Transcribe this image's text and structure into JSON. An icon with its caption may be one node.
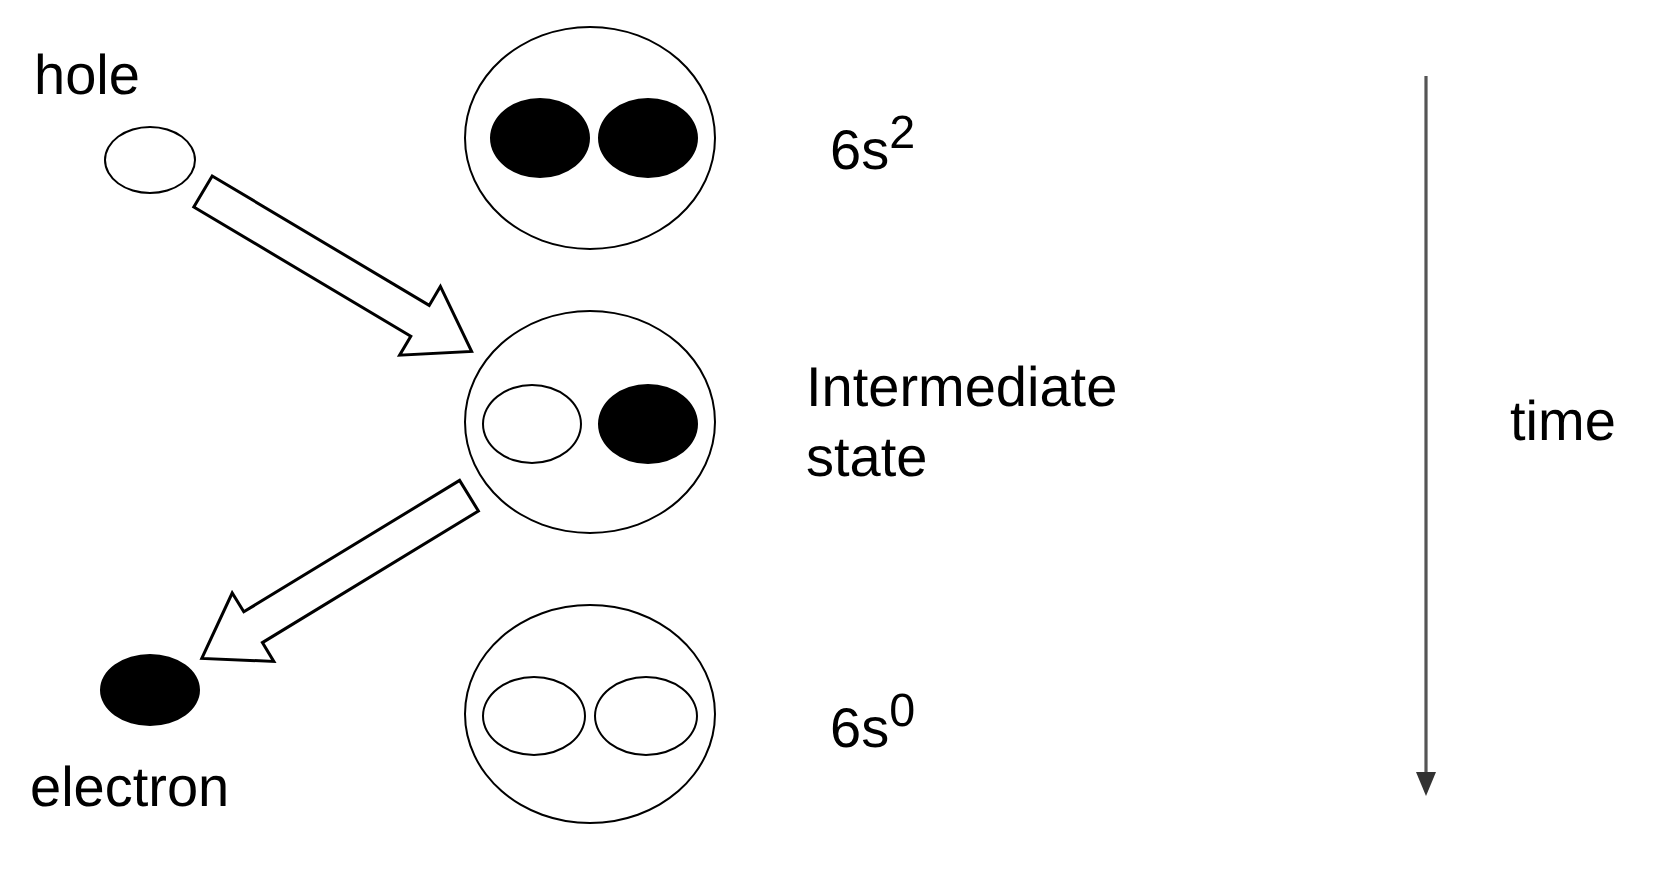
{
  "diagram": {
    "nodes": [
      {
        "text": [
          "hole"
        ]
      },
      {
        "text": [],
        "shape": "circle",
        "beside": [
          "6s$^{2}$"
        ]
      },
      {
        "text": [],
        "shape": "circle",
        "in": 1
      },
      {
        "text": [],
        "shape": "circle",
        "in": 1
      },
      {
        "text": [],
        "shape": "circle",
        "beside": [
          "Intermediate state"
        ]
      },
      {
        "text": [],
        "shape": "circle",
        "in": 4
      },
      {
        "text": [],
        "shape": "circle",
        "in": 4
      },
      {
        "text": [
          "electron"
        ]
      },
      {
        "text": [],
        "shape": "circle",
        "beside": [
          "6s$^{0}$"
        ]
      },
      {
        "text": [],
        "shape": "circle",
        "in": 8
      },
      {
        "text": [],
        "shape": "circle",
        "in": 8
      }
    ],
    "edges": [
      {
        "from": 0,
        "to": 4,
        "arrow": "to"
      },
      {
        "from": 4,
        "to": 7,
        "arrow": "to"
      }
    ],
    "labels": [
      "time"
    ]
  }
}
